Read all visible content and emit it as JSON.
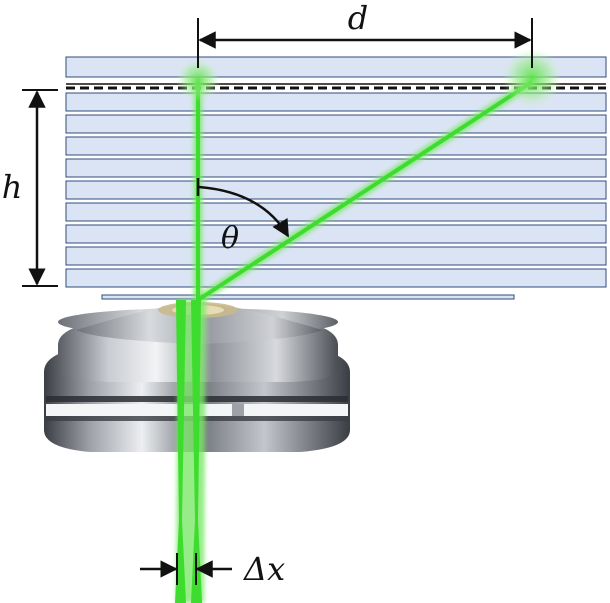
{
  "labels": {
    "d": "d",
    "h": "h",
    "theta": "θ",
    "delta_x": "Δx"
  },
  "colors": {
    "layer_fill": "#dbe4f4",
    "layer_stroke": "#2f4b7c",
    "beam": "#3ddc2e",
    "beam_glow": "#7be86a",
    "annotation": "#111111",
    "lens_dark": "#3c4046",
    "lens_light": "#e4e6ea"
  },
  "icons": {
    "objective": "microscope-objective-lens",
    "spot": "green-glow-spot"
  }
}
